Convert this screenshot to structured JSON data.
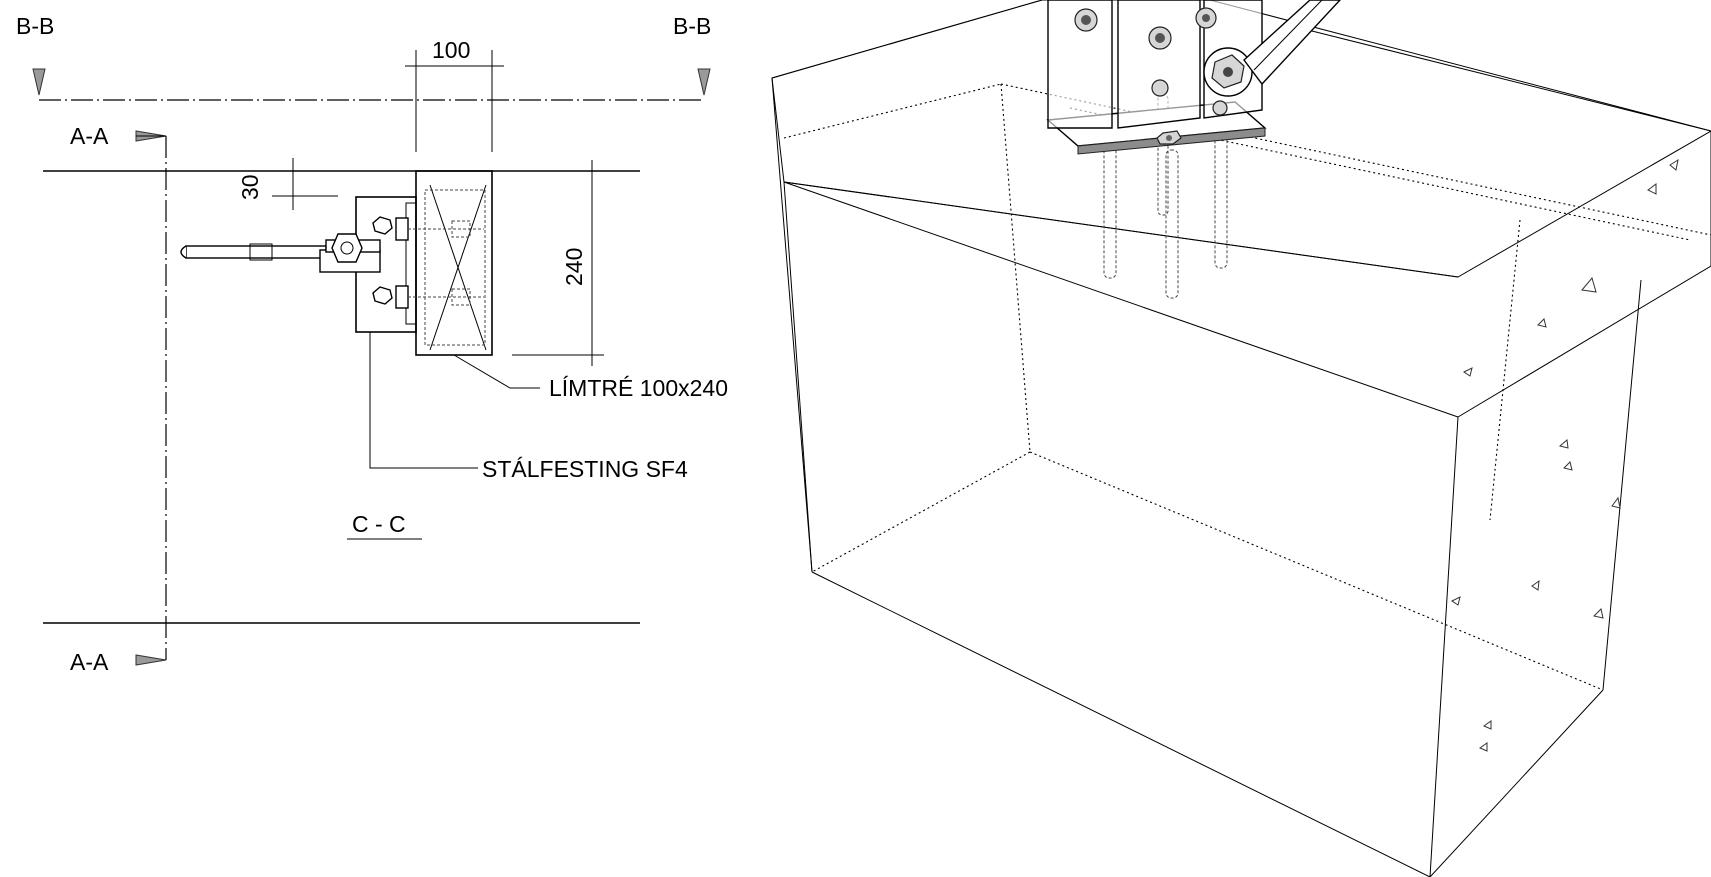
{
  "section_plan": {
    "section_b_left": "B-B",
    "section_b_right": "B-B",
    "section_a_top": "A-A",
    "section_a_bottom": "A-A",
    "dim_width": "100",
    "dim_offset": "30",
    "dim_height": "240",
    "label_timber": "LÍMTRÉ 100x240",
    "label_bracket": "STÁLFESTING SF4",
    "view_title": "C - C"
  },
  "isometric_view": {
    "description_labels": []
  }
}
